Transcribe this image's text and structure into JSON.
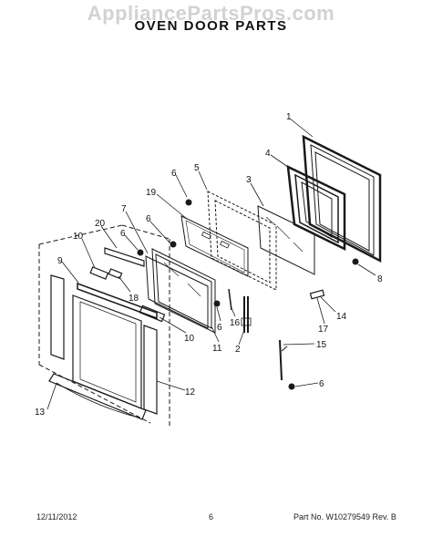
{
  "watermark": "AppliancePartsPros.com",
  "title": "OVEN DOOR PARTS",
  "footer": {
    "date": "12/11/2012",
    "page": "6",
    "part_no": "Part No. W10279549  Rev. B"
  },
  "callouts": [
    {
      "id": "c1",
      "label": "1"
    },
    {
      "id": "c4",
      "label": "4"
    },
    {
      "id": "c5",
      "label": "5"
    },
    {
      "id": "c6a",
      "label": "6"
    },
    {
      "id": "c3",
      "label": "3"
    },
    {
      "id": "c19",
      "label": "19"
    },
    {
      "id": "c7",
      "label": "7"
    },
    {
      "id": "c6b",
      "label": "6"
    },
    {
      "id": "c20",
      "label": "20"
    },
    {
      "id": "c10a",
      "label": "10"
    },
    {
      "id": "c6c",
      "label": "6"
    },
    {
      "id": "c9",
      "label": "9"
    },
    {
      "id": "c8",
      "label": "8"
    },
    {
      "id": "c18",
      "label": "18"
    },
    {
      "id": "c14",
      "label": "14"
    },
    {
      "id": "c6d",
      "label": "6"
    },
    {
      "id": "c16",
      "label": "16"
    },
    {
      "id": "c10b",
      "label": "10"
    },
    {
      "id": "c11",
      "label": "11"
    },
    {
      "id": "c2",
      "label": "2"
    },
    {
      "id": "c17",
      "label": "17"
    },
    {
      "id": "c15",
      "label": "15"
    },
    {
      "id": "c12",
      "label": "12"
    },
    {
      "id": "c6e",
      "label": "6"
    },
    {
      "id": "c13",
      "label": "13"
    }
  ]
}
